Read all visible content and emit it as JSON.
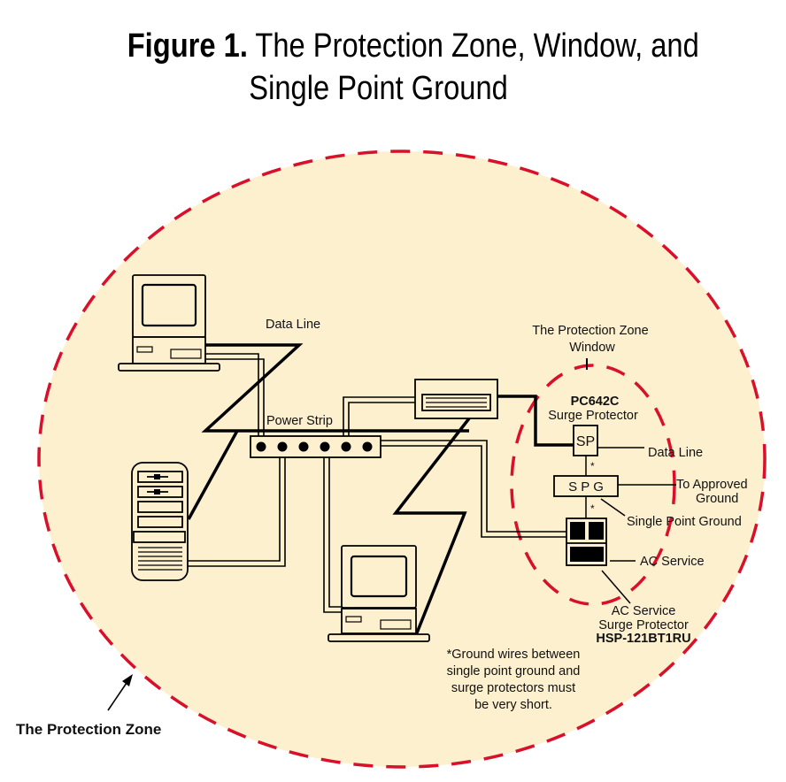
{
  "figure": {
    "label": "Figure 1.",
    "title_line1": "The Protection Zone, Window, and",
    "title_line2": "Single Point Ground"
  },
  "colors": {
    "zone_fill": "#fdf0cf",
    "dash_red": "#d8102a",
    "ink": "#000000"
  },
  "labels": {
    "data_line_left": "Data Line",
    "power_strip": "Power Strip",
    "window_line1": "The Protection Zone",
    "window_line2": "Window",
    "pc642c_model": "PC642C",
    "pc642c_desc": "Surge Protector",
    "sp_box": "SP",
    "data_line_right": "Data Line",
    "spg_box": "S P G",
    "to_approved_1": "To Approved",
    "to_approved_2": "Ground",
    "single_point_ground": "Single Point Ground",
    "ac_service": "AC Service",
    "ac_sp_line1": "AC Service",
    "ac_sp_line2": "Surge Protector",
    "ac_sp_model": "HSP-121BT1RU",
    "asterisk": "*",
    "note_line1": "*Ground wires between",
    "note_line2": "single point ground and",
    "note_line3": "surge protectors must",
    "note_line4": "be very short.",
    "protection_zone": "The Protection Zone"
  }
}
